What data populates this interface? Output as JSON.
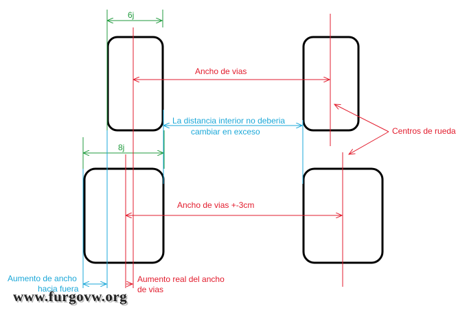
{
  "labels": {
    "six_j": "6j",
    "eight_j": "8j",
    "ancho_vias": "Ancho de vias",
    "distancia_line1": "La distancia interior no deberia",
    "distancia_line2": "cambiar en exceso",
    "centros_rueda": "Centros de rueda",
    "ancho_vias_3cm": "Ancho de vias +-3cm",
    "aumento_fuera_line1": "Aumento de ancho",
    "aumento_fuera_line2": "hacia fuera",
    "aumento_real_line1": "Aumento real del ancho",
    "aumento_real_line2": "de vias",
    "watermark": "www.furgovw.org"
  },
  "colors": {
    "red": "#e21b2c",
    "green": "#1f9a3c",
    "blue": "#1aa7d8",
    "outline": "#000000"
  }
}
